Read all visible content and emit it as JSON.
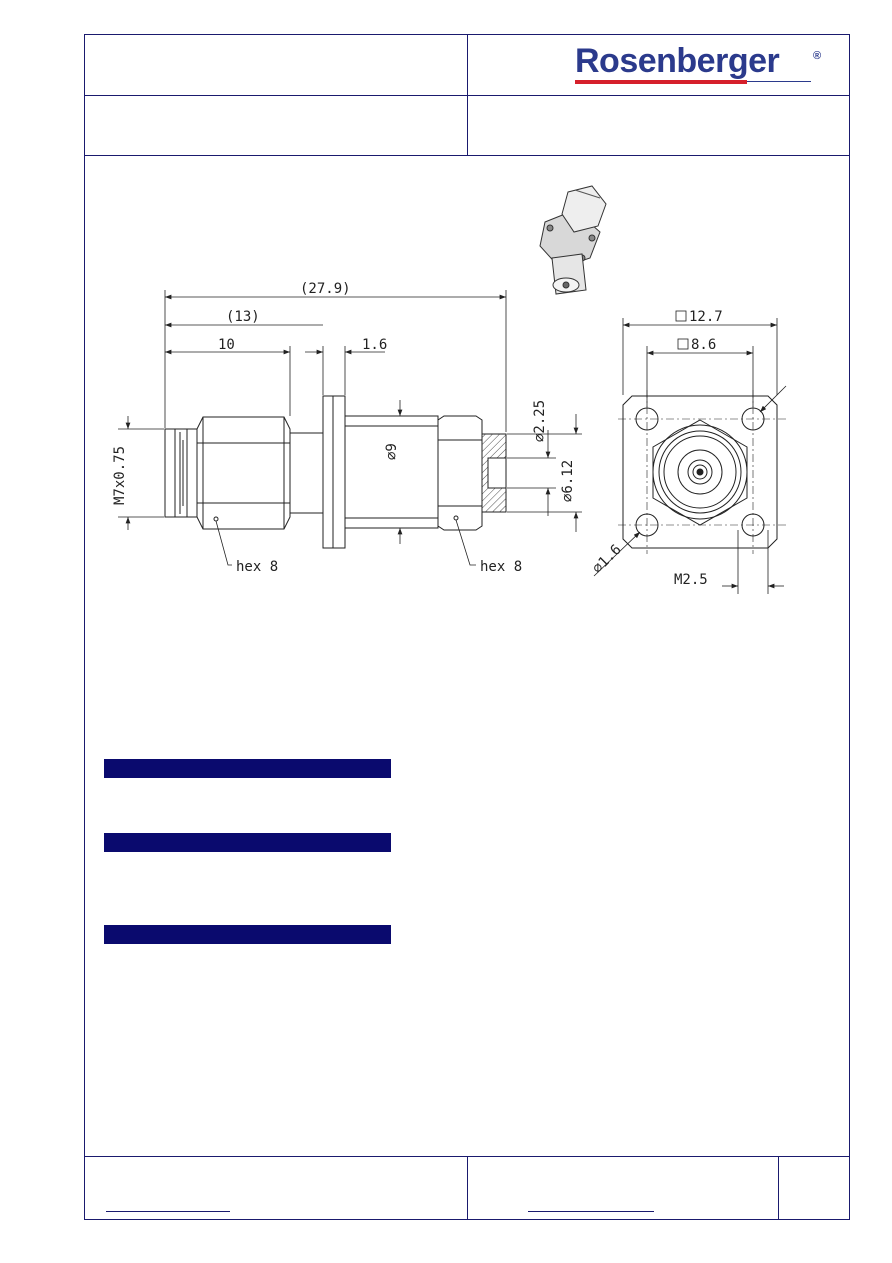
{
  "brand": {
    "name": "Rosenberger",
    "registered_mark": "®"
  },
  "drawing": {
    "side_view": {
      "overall_length": "(27.9)",
      "length_13": "(13)",
      "length_10": "10",
      "flange_thickness": "1.6",
      "thread": "M7x0.75",
      "body_diameter": "∅9",
      "pin_diameter": "∅2.25",
      "socket_diameter": "∅6.12",
      "hex_left": "hex 8",
      "hex_right": "hex 8"
    },
    "front_view": {
      "flange_square": "12.7",
      "hole_square": "8.6",
      "hole_diameter": "∅1.6",
      "screw": "M2.5"
    }
  },
  "colors": {
    "frame": "#1a1a6e",
    "section_bar": "#0a0a6e",
    "brand_blue": "#2b3a8c",
    "brand_red": "#d6202b"
  }
}
